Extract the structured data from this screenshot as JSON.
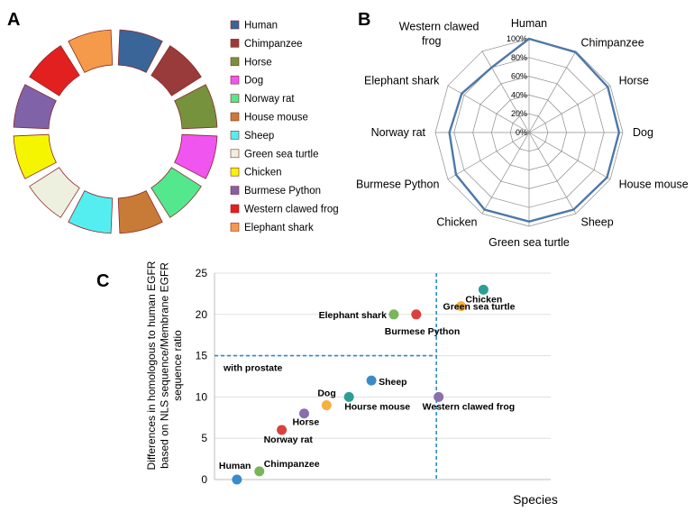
{
  "panels": {
    "a": "A",
    "b": "B",
    "c": "C"
  },
  "legend": [
    {
      "name": "Human",
      "color": "#3a6598"
    },
    {
      "name": "Chimpanzee",
      "color": "#9a3b3b"
    },
    {
      "name": "Horse",
      "color": "#76923c"
    },
    {
      "name": "Dog",
      "color": "#f055f0"
    },
    {
      "name": "Norway rat",
      "color": "#54e88e"
    },
    {
      "name": "House mouse",
      "color": "#c87b37"
    },
    {
      "name": "Sheep",
      "color": "#55eef0"
    },
    {
      "name": "Green sea turtle",
      "color": "#eef0df"
    },
    {
      "name": "Chicken",
      "color": "#f5f500"
    },
    {
      "name": "Burmese Python",
      "color": "#8062a8"
    },
    {
      "name": "Western clawed frog",
      "color": "#e22020"
    },
    {
      "name": "Elephant shark",
      "color": "#f59a4a"
    }
  ],
  "chart_data": [
    {
      "type": "donut",
      "segments": [
        {
          "name": "Human",
          "value": 1
        },
        {
          "name": "Chimpanzee",
          "value": 1
        },
        {
          "name": "Horse",
          "value": 1
        },
        {
          "name": "Dog",
          "value": 1
        },
        {
          "name": "Norway rat",
          "value": 1
        },
        {
          "name": "House mouse",
          "value": 1
        },
        {
          "name": "Sheep",
          "value": 1
        },
        {
          "name": "Green sea turtle",
          "value": 1
        },
        {
          "name": "Chicken",
          "value": 1
        },
        {
          "name": "Burmese Python",
          "value": 1
        },
        {
          "name": "Western clawed frog",
          "value": 1
        },
        {
          "name": "Elephant shark",
          "value": 1
        }
      ]
    },
    {
      "type": "radar",
      "axes": [
        "Human",
        "Chimpanzee",
        "Horse",
        "Dog",
        "House mouse",
        "Sheep",
        "Green sea turtle",
        "Chicken",
        "Burmese Python",
        "Norway rat",
        "Elephant shark",
        "Western clawed frog"
      ],
      "values": [
        100,
        99,
        97,
        96,
        96,
        95,
        95,
        95,
        90,
        85,
        83,
        80
      ],
      "ticks": [
        "0%",
        "20%",
        "40%",
        "60%",
        "80%",
        "100%"
      ],
      "range": [
        0,
        100
      ],
      "series_color": "#4e78a8"
    },
    {
      "type": "scatter",
      "xlabel": "Species",
      "ylabel_lines": [
        "Differences in homologous to human EGFR",
        "based on NLS sequence/Membrane EGFR",
        "sequence ratio"
      ],
      "ylim": [
        0,
        25
      ],
      "xlim": [
        0,
        15
      ],
      "yticks": [
        "0",
        "5",
        "10",
        "15",
        "20",
        "25"
      ],
      "points": [
        {
          "label": "Human",
          "x": 1,
          "y": 0,
          "color": "#3a8cc8"
        },
        {
          "label": "Chimpanzee",
          "x": 2,
          "y": 1,
          "color": "#7ab55c"
        },
        {
          "label": "Norway rat",
          "x": 3,
          "y": 6,
          "color": "#d9413e"
        },
        {
          "label": "Horse",
          "x": 4,
          "y": 8,
          "color": "#8a6fb0"
        },
        {
          "label": "Dog",
          "x": 5,
          "y": 9,
          "color": "#f5b041"
        },
        {
          "label": "Hourse mouse",
          "x": 6,
          "y": 10,
          "color": "#2e9e94"
        },
        {
          "label": "Sheep",
          "x": 7,
          "y": 12,
          "color": "#3a8cc8"
        },
        {
          "label": "Elephant shark",
          "x": 8,
          "y": 20,
          "color": "#7ab55c"
        },
        {
          "label": "Burmese Python",
          "x": 9,
          "y": 20,
          "color": "#d9413e"
        },
        {
          "label": "Western clawed frog",
          "x": 10,
          "y": 10,
          "color": "#8a6fb0"
        },
        {
          "label": "Green sea turtle",
          "x": 11,
          "y": 21,
          "color": "#f5b041"
        },
        {
          "label": "Chicken",
          "x": 12,
          "y": 23,
          "color": "#2e9e94"
        }
      ],
      "hline": {
        "y": 15,
        "label": "with prostate",
        "color": "#2a8ad0"
      },
      "vline": {
        "x": 9.9,
        "color": "#2a8ad0"
      }
    }
  ]
}
